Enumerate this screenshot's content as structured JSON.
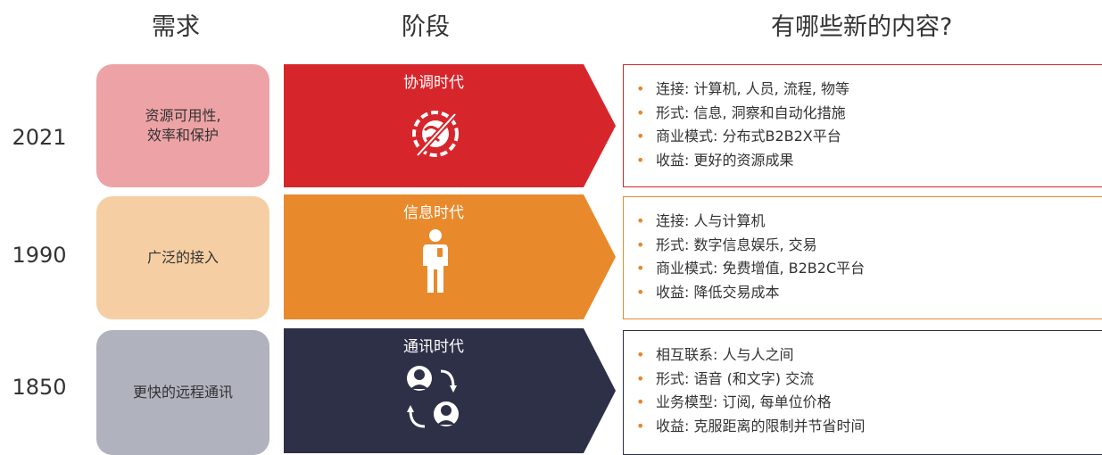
{
  "headers": {
    "need": "需求",
    "stage": "阶段",
    "content": "有哪些新的内容?"
  },
  "colors": {
    "bullet": "#E8852A",
    "row1_need": "#EDA3A6",
    "row1_stage": "#D7262B",
    "row1_border": "#D7262B",
    "row2_need": "#F5CFA3",
    "row2_stage": "#E88A2C",
    "row2_border": "#E88A2C",
    "row3_need": "#B0B2BD",
    "row3_stage": "#2E3048",
    "row3_border": "#2E3048"
  },
  "rows": [
    {
      "year": "2021",
      "need": "资源可用性,\n效率和保护",
      "stage": "协调时代",
      "icon": "globe-gear-icon",
      "items": [
        "连接: 计算机, 人员, 流程, 物等",
        "形式: 信息, 洞察和自动化措施",
        "商业模式: 分布式B2B2X平台",
        "收益: 更好的资源成果"
      ]
    },
    {
      "year": "1990",
      "need": "广泛的接入",
      "stage": "信息时代",
      "icon": "person-with-phone-icon",
      "items": [
        "连接: 人与计算机",
        "形式: 数字信息娱乐, 交易",
        "商业模式: 免费增值, B2B2C平台",
        "收益: 降低交易成本"
      ]
    },
    {
      "year": "1850",
      "need": "更快的远程通讯",
      "stage": "通讯时代",
      "icon": "people-communicating-icon",
      "items": [
        "相互联系: 人与人之间",
        "形式: 语音 (和文字) 交流",
        "业务模型: 订阅, 每单位价格",
        "收益: 克服距离的限制并节省时间"
      ]
    }
  ]
}
